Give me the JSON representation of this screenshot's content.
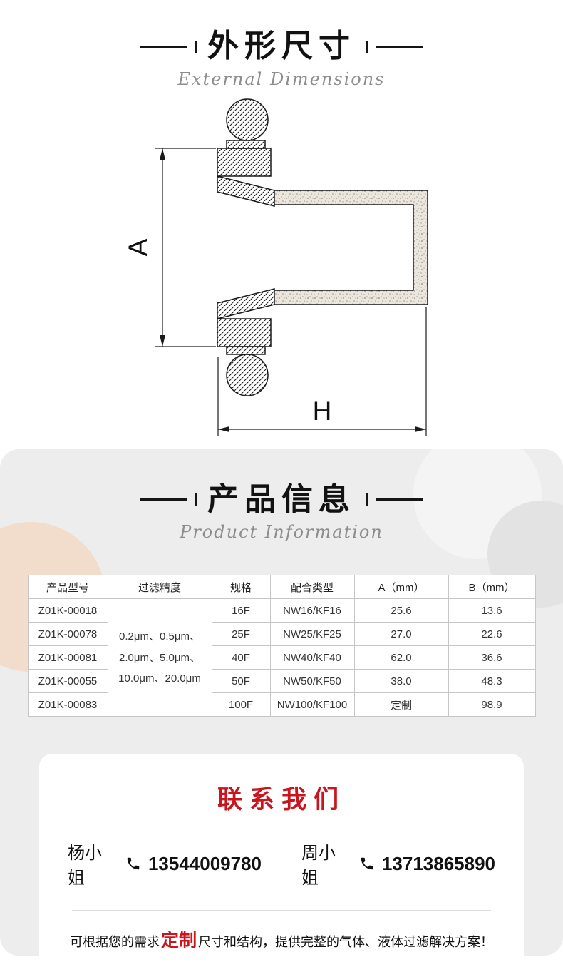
{
  "dimensions_section": {
    "title": "外形尺寸",
    "subtitle": "External Dimensions",
    "labels": {
      "a": "A",
      "h": "H"
    }
  },
  "product_section": {
    "title": "产品信息",
    "subtitle": "Product Information",
    "table": {
      "headers": [
        "产品型号",
        "过滤精度",
        "规格",
        "配合类型",
        "A（mm）",
        "B（mm）"
      ],
      "filter_precision": "0.2μm、0.5μm、\n2.0μm、5.0μm、\n10.0μm、20.0μm",
      "rows": [
        {
          "model": "Z01K-00018",
          "spec": "16F",
          "mate": "NW16/KF16",
          "a": "25.6",
          "b": "13.6"
        },
        {
          "model": "Z01K-00078",
          "spec": "25F",
          "mate": "NW25/KF25",
          "a": "27.0",
          "b": "22.6"
        },
        {
          "model": "Z01K-00081",
          "spec": "40F",
          "mate": "NW40/KF40",
          "a": "62.0",
          "b": "36.6"
        },
        {
          "model": "Z01K-00055",
          "spec": "50F",
          "mate": "NW50/KF50",
          "a": "38.0",
          "b": "48.3"
        },
        {
          "model": "Z01K-00083",
          "spec": "100F",
          "mate": "NW100/KF100",
          "a": "定制",
          "b": "98.9"
        }
      ]
    }
  },
  "contact_section": {
    "title": "联系我们",
    "accent_color": "#c9151e",
    "contacts": [
      {
        "name": "杨小姐",
        "phone": "13544009780"
      },
      {
        "name": "周小姐",
        "phone": "13713865890"
      }
    ],
    "note_prefix": "可根据您的需求",
    "note_highlight": "定制",
    "note_suffix": "尺寸和结构，提供完整的气体、液体过滤解决方案！"
  }
}
